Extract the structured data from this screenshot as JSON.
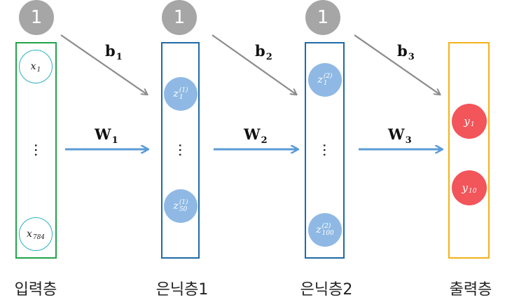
{
  "bias_one": "1",
  "layers": {
    "input": {
      "label": "입력층",
      "first_node": "x",
      "first_sub": "1",
      "last_node": "x",
      "last_sub": "784"
    },
    "hidden1": {
      "label": "은닉층1",
      "first_node": "z",
      "first_sup": "(1)",
      "first_sub": "1",
      "last_node": "z",
      "last_sup": "(1)",
      "last_sub": "50"
    },
    "hidden2": {
      "label": "은닉층2",
      "first_node": "z",
      "first_sup": "(2)",
      "first_sub": "1",
      "last_node": "z",
      "last_sup": "(2)",
      "last_sub": "100"
    },
    "output": {
      "label": "출력층",
      "first_node": "y",
      "first_sub": "1",
      "last_node": "y",
      "last_sub": "10"
    }
  },
  "ellipsis": "⋯",
  "weights": [
    {
      "symbol": "W",
      "sub": "1"
    },
    {
      "symbol": "W",
      "sub": "2"
    },
    {
      "symbol": "W",
      "sub": "3"
    }
  ],
  "biases": [
    {
      "symbol": "b",
      "sub": "1"
    },
    {
      "symbol": "b",
      "sub": "2"
    },
    {
      "symbol": "b",
      "sub": "3"
    }
  ],
  "colors": {
    "bias_circle": "#a6a6a6",
    "bias_arrow": "#8c8c8c",
    "weight_arrow": "#5b9bd5",
    "input_box": "#22a34a",
    "hidden_box": "#1f6aa5",
    "output_box": "#f2b21b",
    "input_node_border": "#2ab1c4",
    "hidden_node": "#8fb9e4",
    "output_node": "#f2555a"
  }
}
